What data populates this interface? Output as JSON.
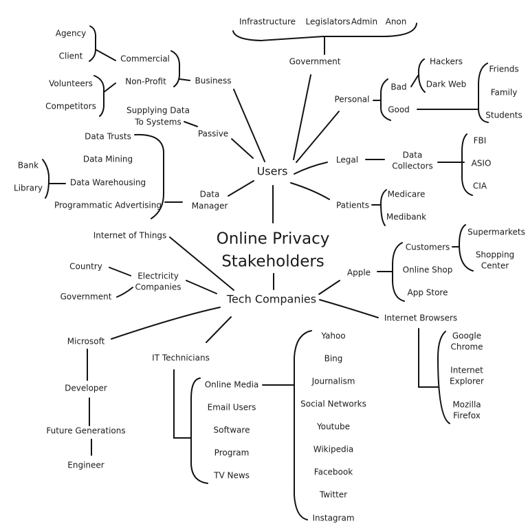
{
  "title": {
    "line1": "Online Privacy",
    "line2": "Stakeholders"
  },
  "users": {
    "label": "Users",
    "government": {
      "label": "Government",
      "children": [
        "Infrastructure",
        "Legislators",
        "Admin",
        "Anon"
      ]
    },
    "business": {
      "label": "Business",
      "commercial": {
        "label": "Commercial",
        "children": [
          "Agency",
          "Client"
        ]
      },
      "non_profit": {
        "label": "Non-Profit",
        "children": [
          "Volunteers",
          "Competitors"
        ]
      }
    },
    "passive": {
      "label": "Passive",
      "children": [
        {
          "line1": "Supplying Data",
          "line2": "To Systems"
        }
      ]
    },
    "data_manager": {
      "line1": "Data",
      "line2": "Manager",
      "children": [
        "Data Trusts",
        "Data Mining",
        "Data Warehousing",
        "Programmatic Advertising"
      ],
      "warehousing_children": [
        "Bank",
        "Library"
      ]
    },
    "personal": {
      "label": "Personal",
      "bad": {
        "label": "Bad",
        "children": [
          "Hackers",
          "Dark Web"
        ]
      },
      "good": {
        "label": "Good",
        "children": [
          "Friends",
          "Family",
          "Students"
        ]
      }
    },
    "legal": {
      "label": "Legal",
      "data_collectors": {
        "line1": "Data",
        "line2": "Collectors",
        "children": [
          "FBI",
          "ASIO",
          "CIA"
        ]
      }
    },
    "patients": {
      "label": "Patients",
      "children": [
        "Medicare",
        "Medibank"
      ]
    }
  },
  "tech": {
    "label": "Tech Companies",
    "iot": {
      "label": "Internet of Things"
    },
    "electricity": {
      "line1": "Electricity",
      "line2": "Companies",
      "children": [
        "Country",
        "Government"
      ]
    },
    "microsoft": {
      "label": "Microsoft",
      "chain": [
        "Developer",
        "Future Generations",
        "Engineer"
      ]
    },
    "it": {
      "label": "IT Technicians",
      "children": [
        "Online Media",
        "Email Users",
        "Software",
        "Program",
        "TV News"
      ],
      "online_media_children": [
        "Yahoo",
        "Bing",
        "Journalism",
        "Social Networks",
        "Youtube",
        "Wikipedia",
        "Facebook",
        "Twitter",
        "Instagram"
      ]
    },
    "apple": {
      "label": "Apple",
      "children": [
        "Customers",
        "Online Shop",
        "App Store"
      ],
      "customers_children": [
        {
          "line1": "Supermarkets",
          "line2": ""
        },
        {
          "line1": "Shopping",
          "line2": "Center"
        }
      ]
    },
    "browsers": {
      "label": "Internet Browsers",
      "children": [
        {
          "line1": "Google",
          "line2": "Chrome"
        },
        {
          "line1": "Internet",
          "line2": "Explorer"
        },
        {
          "line1": "Mozilla",
          "line2": "Firefox"
        }
      ]
    }
  }
}
